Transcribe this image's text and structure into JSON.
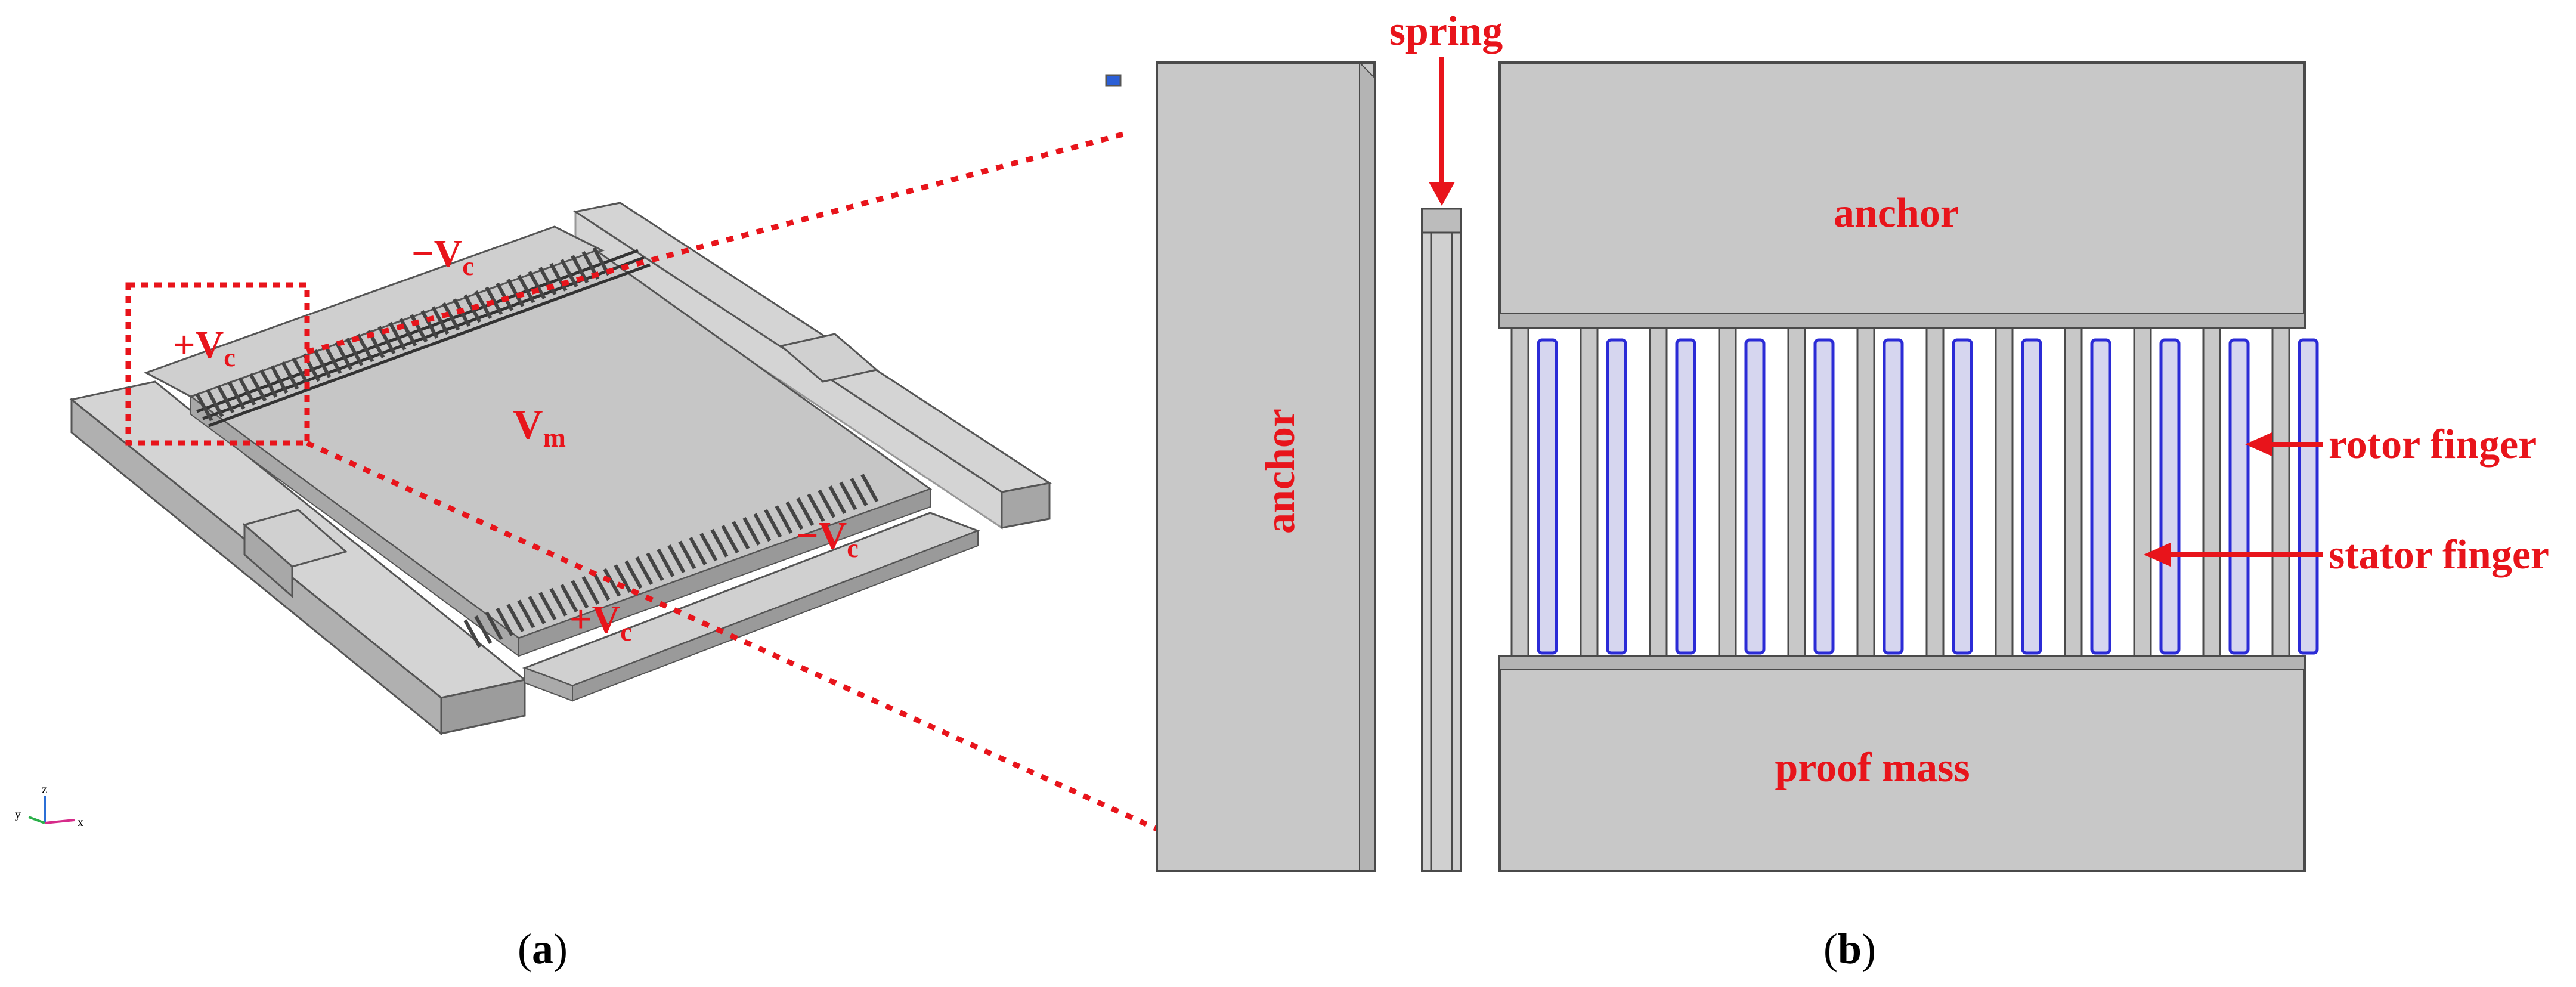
{
  "panel_a": {
    "caption": "a",
    "labels": {
      "minus_vc_top": "−V",
      "minus_vc_top_sub": "c",
      "plus_vc_top": "+V",
      "plus_vc_top_sub": "c",
      "vm": "V",
      "vm_sub": "m",
      "minus_vc_bottom": "−V",
      "minus_vc_bottom_sub": "c",
      "plus_vc_bottom": "+V",
      "plus_vc_bottom_sub": "c"
    },
    "axes": {
      "x": "x",
      "y": "y",
      "z": "z"
    }
  },
  "panel_b": {
    "caption": "b",
    "labels": {
      "spring": "spring",
      "anchor_left": "anchor",
      "anchor_top": "anchor",
      "proof_mass": "proof mass",
      "rotor_finger": "rotor finger",
      "stator_finger": "stator finger"
    }
  },
  "colors": {
    "accent_red": "#e8141b",
    "block_gray": "#c8c8c8",
    "block_dark": "#9a9a9a",
    "finger_blue": "#2b2bd6",
    "outline": "#4a4a4a"
  }
}
